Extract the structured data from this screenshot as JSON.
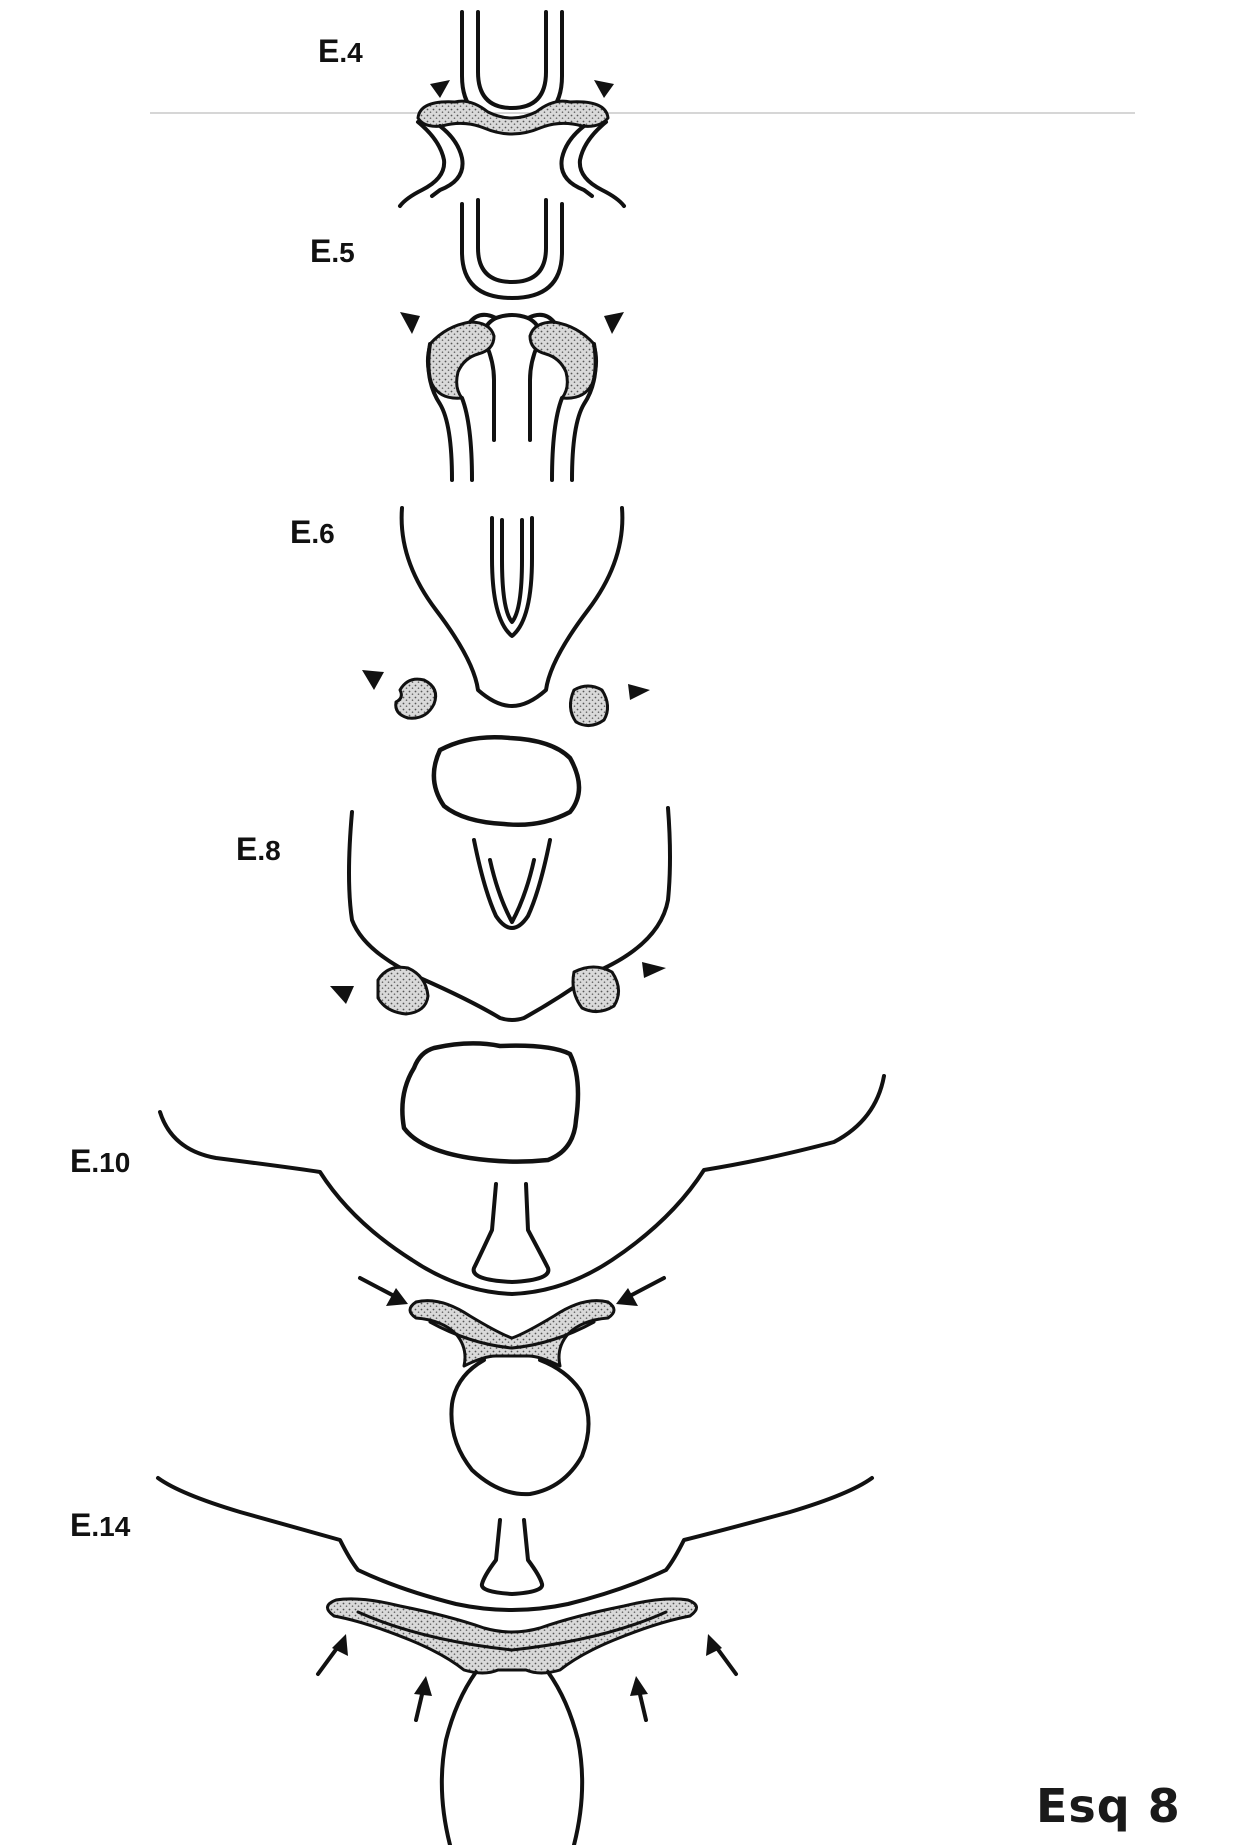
{
  "figure_label": "Esq 8",
  "stages": [
    {
      "prefix": "E",
      "number": ".4"
    },
    {
      "prefix": "E",
      "number": ".5"
    },
    {
      "prefix": "E",
      "number": ".6"
    },
    {
      "prefix": "E",
      "number": ".8"
    },
    {
      "prefix": "E",
      "number": ".10"
    },
    {
      "prefix": "E",
      "number": ".14"
    }
  ],
  "colors": {
    "ink": "#111111",
    "stipple_fill": "#b5b5b5",
    "background": "#ffffff"
  }
}
